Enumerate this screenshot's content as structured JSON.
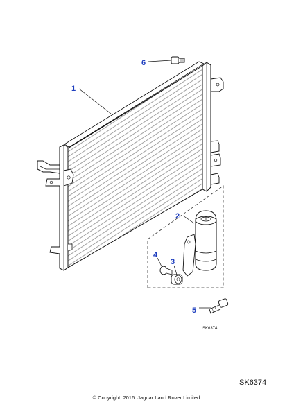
{
  "diagram": {
    "callouts": [
      "1",
      "2",
      "3",
      "4",
      "5",
      "6"
    ],
    "small_reference": "SK6374",
    "reference_code": "SK6374",
    "copyright": "© Copyright, 2016. Jaguar Land Rover Limited."
  }
}
